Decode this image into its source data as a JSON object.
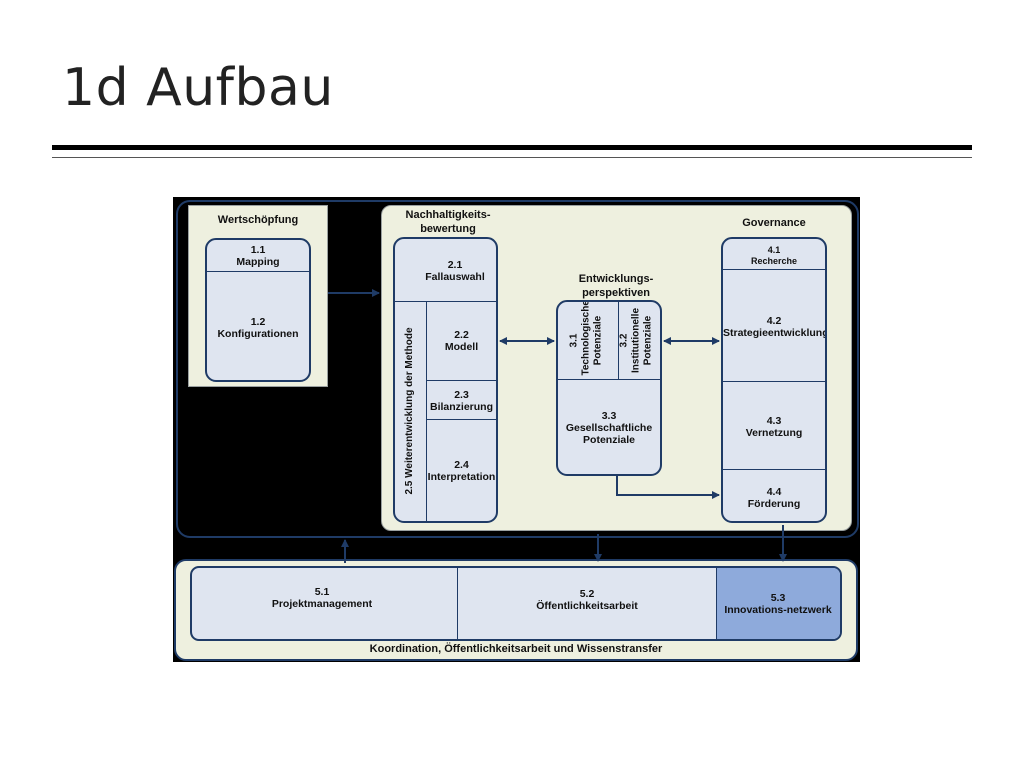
{
  "slide": {
    "title": "1d Aufbau"
  },
  "wertschoepfung": {
    "header": "Wertschöpfung",
    "items": [
      {
        "num": "1.1",
        "label": "Mapping"
      },
      {
        "num": "1.2",
        "label": "Konfigurationen"
      }
    ]
  },
  "nachhaltigkeit": {
    "header_line1": "Nachhaltigkeits-",
    "header_line2": "bewertung",
    "items": [
      {
        "num": "2.1",
        "label": "Fallauswahl"
      },
      {
        "num": "2.2",
        "label": "Modell"
      },
      {
        "num": "2.3",
        "label": "Bilanzierung"
      },
      {
        "num": "2.4",
        "label": "Interpretation"
      }
    ],
    "vertical": "2.5 Weiterentwicklung der Methode"
  },
  "entwicklung": {
    "header_line1": "Entwicklungs-",
    "header_line2": "perspektiven",
    "tech": {
      "num": "3.1",
      "line1": "Technologische",
      "line2": "Potenziale"
    },
    "inst": {
      "num": "3.2",
      "line1": "Institutionelle",
      "line2": "Potenziale"
    },
    "ges": {
      "num": "3.3",
      "line1": "Gesellschaftliche",
      "line2": "Potenziale"
    }
  },
  "governance": {
    "header": "Governance",
    "items": [
      {
        "num": "4.1",
        "label": "Recherche"
      },
      {
        "num": "4.2",
        "label": "Strategieentwicklung"
      },
      {
        "num": "4.3",
        "label": "Vernetzung"
      },
      {
        "num": "4.4",
        "label": "Förderung"
      }
    ]
  },
  "koordination": {
    "footer": "Koordination, Öffentlichkeitsarbeit und Wissenstransfer",
    "items": [
      {
        "num": "5.1",
        "label": "Projektmanagement"
      },
      {
        "num": "5.2",
        "label": "Öffentlichkeitsarbeit"
      },
      {
        "num": "5.3",
        "label": "Innovations-netzwerk"
      }
    ]
  },
  "colors": {
    "dark_bg": "#000000",
    "panel": "#eef0df",
    "box": "#dfe5f0",
    "box_highlight": "#8eaadb",
    "border": "#1f3b66"
  }
}
